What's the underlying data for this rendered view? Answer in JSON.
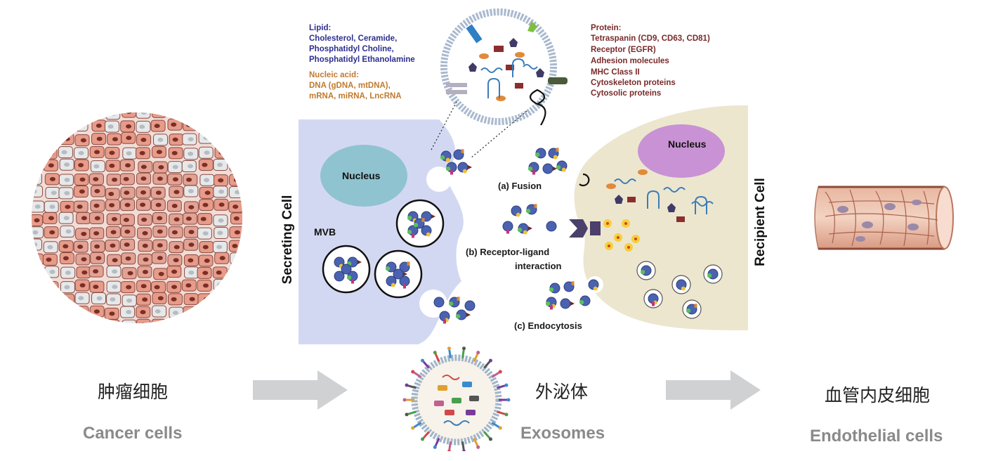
{
  "lipid": {
    "heading": "Lipid:",
    "lines": [
      "Cholesterol, Ceramide,",
      "Phosphatidyl Choline,",
      "Phosphatidyl Ethanolamine"
    ]
  },
  "nucleic_acid": {
    "heading": "Nucleic acid:",
    "lines": [
      "DNA (gDNA, mtDNA),",
      "mRNA, miRNA, LncRNA"
    ]
  },
  "protein": {
    "heading": "Protein:",
    "lines": [
      "Tetraspanin (CD9, CD63, CD81)",
      "Receptor (EGFR)",
      "Adhesion molecules",
      "MHC Class II",
      "Cytoskeleton proteins",
      "Cytosolic proteins"
    ]
  },
  "secreting_cell": {
    "label": "Secreting Cell",
    "nucleus": "Nucleus",
    "mvb": "MVB"
  },
  "recipient_cell": {
    "label": "Recipient Cell",
    "nucleus": "Nucleus"
  },
  "mechanisms": {
    "fusion": "(a)  Fusion",
    "receptor_line1": "(b)  Receptor-ligand",
    "receptor_line2": "interaction",
    "endocytosis": "(c)  Endocytosis"
  },
  "bottom": {
    "cancer_cn": "肿瘤细胞",
    "cancer_en": "Cancer cells",
    "exosome_cn": "外泌体",
    "exosome_en": "Exosomes",
    "endothelial_cn": "血管内皮细胞",
    "endothelial_en": "Endothelial cells"
  },
  "colors": {
    "secreting_cell": "#d3d8f2",
    "recipient_cell": "#ece6cf",
    "nucleus_secreting": "#8fc3cf",
    "nucleus_recipient": "#c892d4",
    "arrow": "#cfd1d3",
    "cancer_cell_fill": "#e7a08e",
    "exosome_membrane": "#a9b9cf",
    "vesicle_blue": "#4a62b0"
  }
}
